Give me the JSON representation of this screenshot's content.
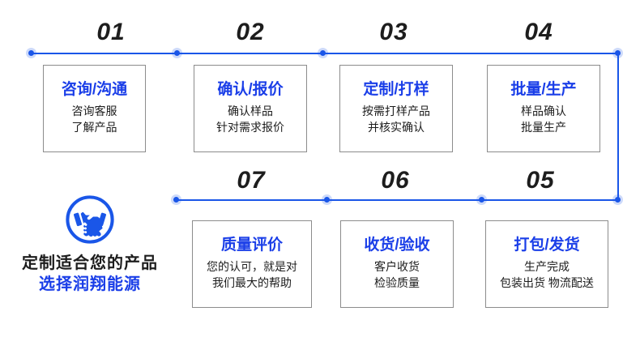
{
  "brand": {
    "icon": "handshake-circle-icon",
    "line1": "定制适合您的产品",
    "line2": "选择润翔能源",
    "accent_color": "#1a3ee8"
  },
  "colors": {
    "accent_blue": "#1a3ee8",
    "line_blue": "#1a56e8",
    "card_border": "#8c8c8c",
    "text_dark": "#1d1d1d",
    "background": "#ffffff"
  },
  "steps": [
    {
      "number": "01",
      "title": "咨询/沟通",
      "lines": [
        "咨询客服",
        "了解产品"
      ]
    },
    {
      "number": "02",
      "title": "确认/报价",
      "lines": [
        "确认样品",
        "针对需求报价"
      ]
    },
    {
      "number": "03",
      "title": "定制/打样",
      "lines": [
        "按需打样产品",
        "并核实确认"
      ]
    },
    {
      "number": "04",
      "title": "批量/生产",
      "lines": [
        "样品确认",
        "批量生产"
      ]
    },
    {
      "number": "05",
      "title": "打包/发货",
      "lines": [
        "生产完成",
        "包装出货 物流配送"
      ]
    },
    {
      "number": "06",
      "title": "收货/验收",
      "lines": [
        "客户收货",
        "检验质量"
      ]
    },
    {
      "number": "07",
      "title": "质量评价",
      "lines": [
        "您的认可，就是对",
        "我们最大的帮助"
      ]
    }
  ]
}
